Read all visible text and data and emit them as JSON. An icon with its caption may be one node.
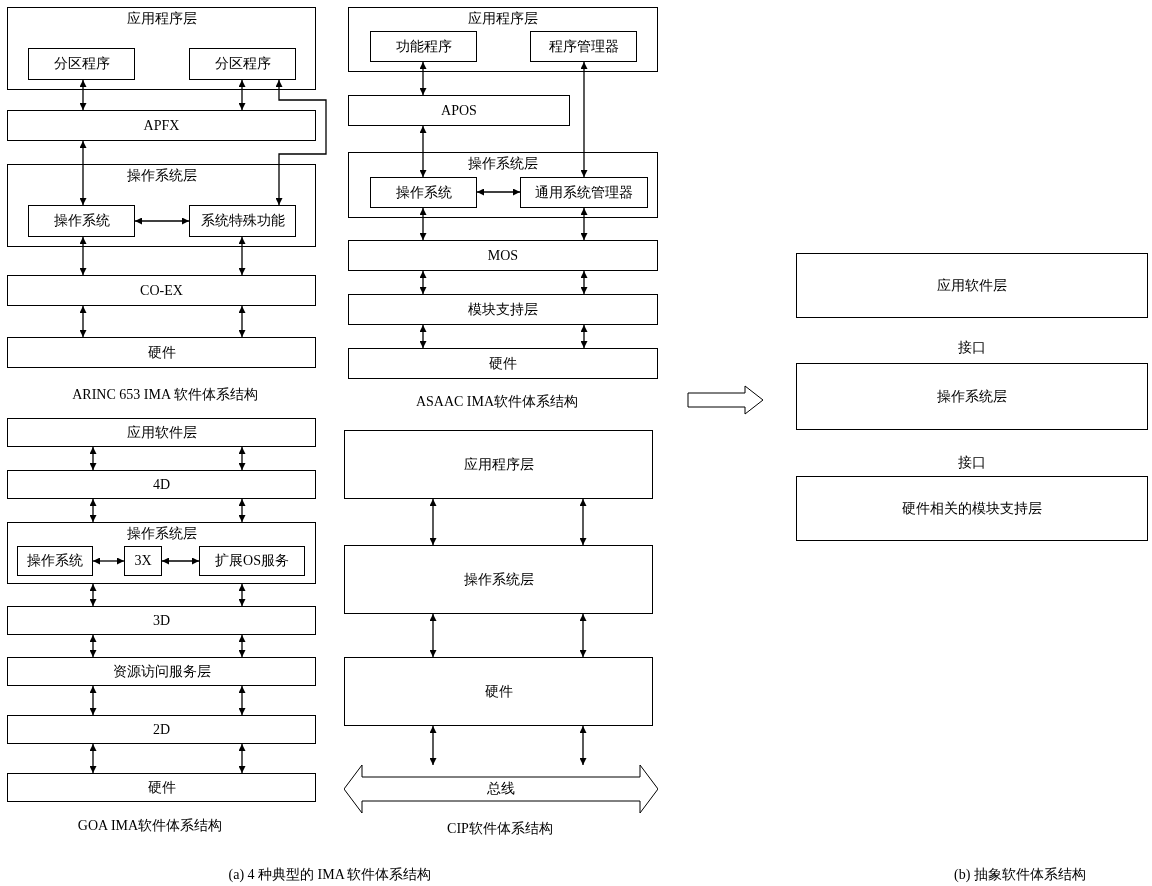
{
  "diagram": {
    "nodes": [
      {
        "text": [
          "应用程序层"
        ]
      },
      {
        "text": [
          "分区程序"
        ],
        "in": 0
      },
      {
        "text": [
          "分区程序"
        ],
        "in": 0
      },
      {
        "text": [
          "APFX"
        ]
      },
      {
        "text": [
          "操作系统层"
        ]
      },
      {
        "text": [
          "操作系统"
        ],
        "in": 4
      },
      {
        "text": [
          "系统特殊功能"
        ],
        "in": 4
      },
      {
        "text": [
          "CO-EX"
        ]
      },
      {
        "text": [
          "硬件"
        ]
      },
      {
        "text": [
          "应用程序层"
        ]
      },
      {
        "text": [
          "功能程序"
        ],
        "in": 9
      },
      {
        "text": [
          "程序管理器"
        ],
        "in": 9
      },
      {
        "text": [
          "APOS"
        ]
      },
      {
        "text": [
          "操作系统层"
        ]
      },
      {
        "text": [
          "操作系统"
        ],
        "in": 13
      },
      {
        "text": [
          "通用系统管理器"
        ],
        "in": 13
      },
      {
        "text": [
          "MOS"
        ]
      },
      {
        "text": [
          "模块支持层"
        ]
      },
      {
        "text": [
          "硬件"
        ]
      },
      {
        "text": [
          "应用软件层"
        ]
      },
      {
        "text": [
          "4D"
        ]
      },
      {
        "text": [
          "操作系统层"
        ]
      },
      {
        "text": [
          "操作系统"
        ],
        "in": 21
      },
      {
        "text": [
          "3X"
        ],
        "in": 21
      },
      {
        "text": [
          "扩展OS服务"
        ],
        "in": 21
      },
      {
        "text": [
          "3D"
        ]
      },
      {
        "text": [
          "资源访问服务层"
        ]
      },
      {
        "text": [
          "2D"
        ]
      },
      {
        "text": [
          "硬件"
        ]
      },
      {
        "text": [
          "应用程序层"
        ]
      },
      {
        "text": [
          "操作系统层"
        ]
      },
      {
        "text": [
          "硬件"
        ]
      },
      {
        "text": [
          "总线"
        ]
      },
      {
        "text": [
          "应用软件层"
        ]
      },
      {
        "text": [
          "操作系统层"
        ]
      },
      {
        "text": [
          "硬件相关的模块支持层"
        ]
      }
    ],
    "edges": [
      {
        "from": 1,
        "to": 3,
        "arrow": "both"
      },
      {
        "from": 2,
        "to": 3,
        "arrow": "both"
      },
      {
        "from": 2,
        "to": 6,
        "arrow": "both"
      },
      {
        "from": 3,
        "to": 5,
        "arrow": "both"
      },
      {
        "from": 5,
        "to": 6,
        "arrow": "both"
      },
      {
        "from": 5,
        "to": 7,
        "arrow": "both"
      },
      {
        "from": 6,
        "to": 7,
        "arrow": "both"
      },
      {
        "from": 7,
        "to": 8,
        "arrow": "both"
      },
      {
        "from": 7,
        "to": 8,
        "arrow": "both"
      },
      {
        "from": 10,
        "to": 12,
        "arrow": "both"
      },
      {
        "from": 11,
        "to": 15,
        "arrow": "both"
      },
      {
        "from": 12,
        "to": 14,
        "arrow": "both"
      },
      {
        "from": 14,
        "to": 15,
        "arrow": "both"
      },
      {
        "from": 14,
        "to": 16,
        "arrow": "both"
      },
      {
        "from": 15,
        "to": 16,
        "arrow": "both"
      },
      {
        "from": 16,
        "to": 17,
        "arrow": "both"
      },
      {
        "from": 16,
        "to": 17,
        "arrow": "both"
      },
      {
        "from": 17,
        "to": 18,
        "arrow": "both"
      },
      {
        "from": 17,
        "to": 18,
        "arrow": "both"
      },
      {
        "from": 19,
        "to": 20,
        "arrow": "both"
      },
      {
        "from": 19,
        "to": 20,
        "arrow": "both"
      },
      {
        "from": 20,
        "to": 21,
        "arrow": "both"
      },
      {
        "from": 20,
        "to": 21,
        "arrow": "both"
      },
      {
        "from": 22,
        "to": 23,
        "arrow": "both"
      },
      {
        "from": 23,
        "to": 24,
        "arrow": "both"
      },
      {
        "from": 21,
        "to": 25,
        "arrow": "both"
      },
      {
        "from": 21,
        "to": 25,
        "arrow": "both"
      },
      {
        "from": 25,
        "to": 26,
        "arrow": "both"
      },
      {
        "from": 25,
        "to": 26,
        "arrow": "both"
      },
      {
        "from": 26,
        "to": 27,
        "arrow": "both"
      },
      {
        "from": 26,
        "to": 27,
        "arrow": "both"
      },
      {
        "from": 27,
        "to": 28,
        "arrow": "both"
      },
      {
        "from": 27,
        "to": 28,
        "arrow": "both"
      },
      {
        "from": 29,
        "to": 30,
        "arrow": "both"
      },
      {
        "from": 29,
        "to": 30,
        "arrow": "both"
      },
      {
        "from": 30,
        "to": 31,
        "arrow": "both"
      },
      {
        "from": 30,
        "to": 31,
        "arrow": "both"
      },
      {
        "from": 31,
        "to": 32,
        "arrow": "both"
      },
      {
        "from": 31,
        "to": 32,
        "arrow": "both"
      }
    ],
    "labels": [
      "ARINC 653 IMA 软件体系结构",
      "ASAAC IMA软件体系结构",
      "接口",
      "接口",
      "GOA IMA软件体系结构",
      "CIP软件体系结构",
      "(a) 4 种典型的 IMA 软件体系结构",
      "(b) 抽象软件体系结构"
    ]
  }
}
